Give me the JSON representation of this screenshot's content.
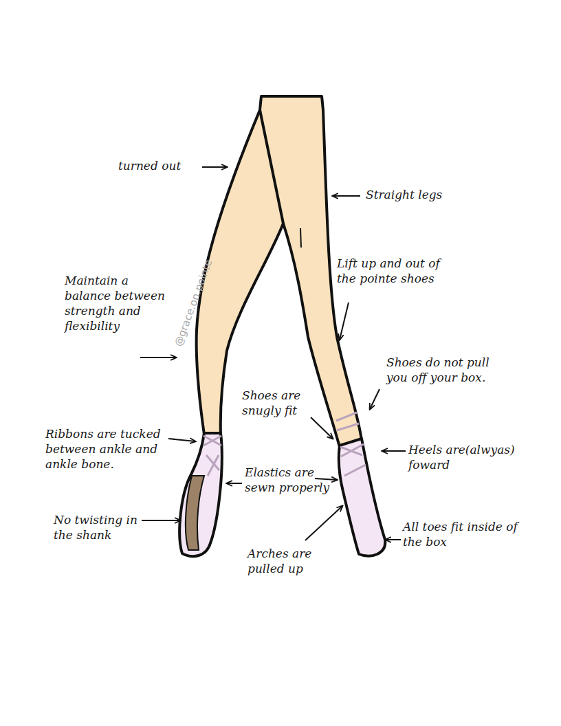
{
  "diagram": {
    "labels": [
      "turned out",
      "Straight legs",
      "Lift up and out of the pointe shoes",
      "Maintain a balance between strength and flexibility",
      "Shoes do not pull you off your box.",
      "Shoes are snugly fit",
      "Ribbons are tucked between ankle and ankle bone.",
      "Heels are(alwyas) foward",
      "Elastics are sewn properly",
      "No twisting in the shank",
      "All toes fit inside of the box",
      "Arches are pulled up",
      "@grace.on.pointe"
    ]
  }
}
